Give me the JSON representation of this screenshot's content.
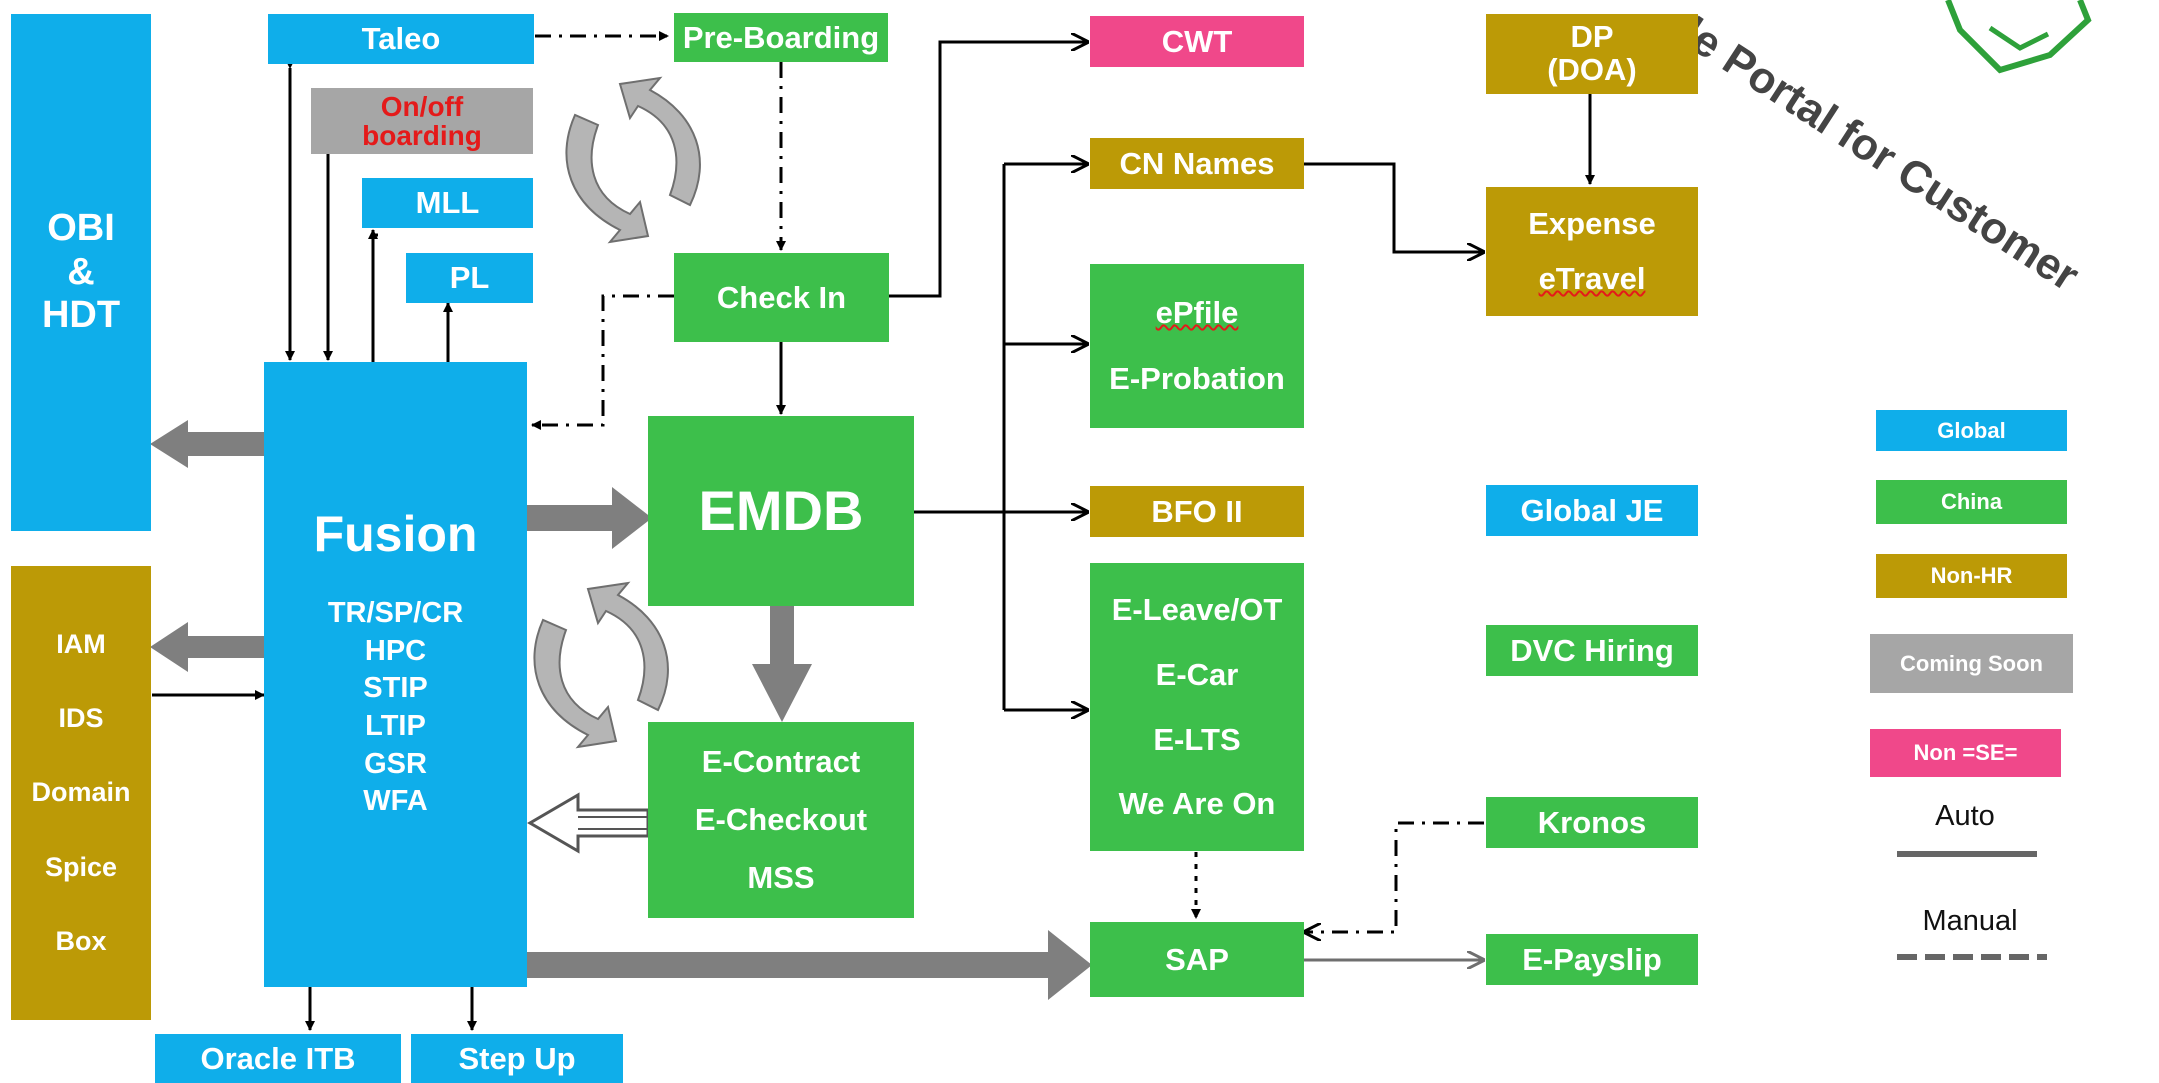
{
  "colors": {
    "global": "#0faeea",
    "china": "#3dbf4b",
    "non_hr": "#bc9a06",
    "coming_soon": "#a6a6a6",
    "non_se": "#f0488a",
    "label_red": "#e41a1a",
    "connector_gray": "#7f7f7f"
  },
  "banner": {
    "text": "le Portal for Customer"
  },
  "boxes": {
    "obi_hdt": [
      "OBI",
      "&",
      "HDT"
    ],
    "taleo": "Taleo",
    "on_off_boarding": [
      "On/off",
      "boarding"
    ],
    "mll": "MLL",
    "pl": "PL",
    "pre_boarding": "Pre-Boarding",
    "check_in": "Check In",
    "fusion_title": "Fusion",
    "fusion_items": [
      "TR/SP/CR",
      "HPC",
      "STIP",
      "LTIP",
      "GSR",
      "WFA"
    ],
    "iam_group": [
      "IAM",
      "IDS",
      "Domain",
      "Spice",
      "Box"
    ],
    "emdb": "EMDB",
    "e_contract_group": [
      "E-Contract",
      "E-Checkout",
      "MSS"
    ],
    "oracle_itb": "Oracle ITB",
    "step_up": "Step Up",
    "cwt": "CWT",
    "cn_names": "CN Names",
    "epfile_group": [
      "ePfile",
      "E-Probation"
    ],
    "bfo_ii": "BFO II",
    "e_leave_group": [
      "E-Leave/OT",
      "E-Car",
      "E-LTS",
      "We Are On"
    ],
    "sap": "SAP",
    "dp_doa": [
      "DP",
      "(DOA)"
    ],
    "expense_group": [
      "Expense",
      "eTravel"
    ],
    "global_je": "Global JE",
    "dvc_hiring": "DVC Hiring",
    "kronos": "Kronos",
    "e_payslip": "E-Payslip"
  },
  "legend": {
    "global": "Global",
    "china": "China",
    "non_hr": "Non-HR",
    "coming_soon": "Coming Soon",
    "non_se": "Non =SE=",
    "auto": "Auto",
    "manual": "Manual"
  }
}
